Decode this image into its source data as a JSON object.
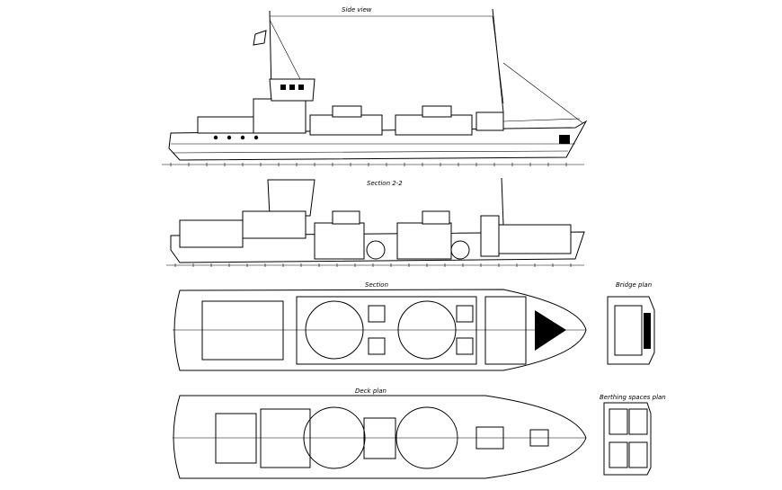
{
  "labels": {
    "side_view": "Side view",
    "section_2_2": "Section 2-2",
    "section": "Section",
    "bridge_plan": "Bridge plan",
    "deck_plan": "Deck plan",
    "berthing_spaces_plan": "Berthing spaces plan"
  }
}
